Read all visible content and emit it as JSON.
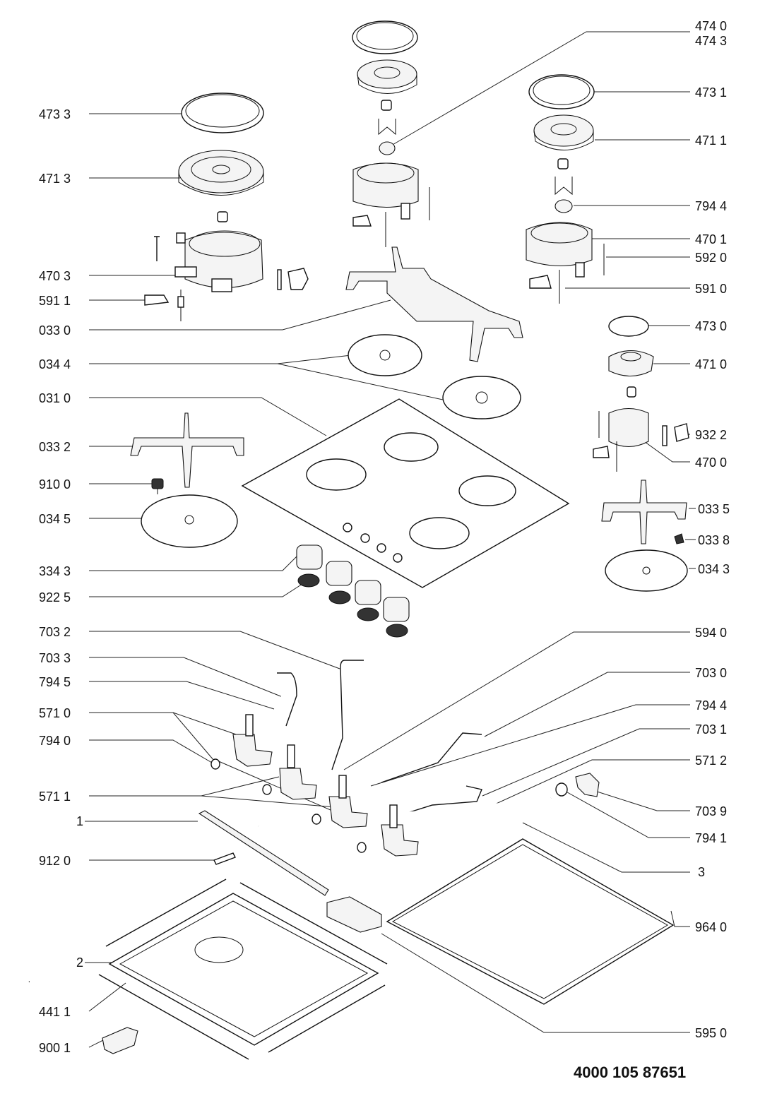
{
  "labels_left": [
    {
      "id": "l-4733",
      "text": "473 3"
    },
    {
      "id": "l-4713",
      "text": "471 3"
    },
    {
      "id": "l-4703",
      "text": "470 3"
    },
    {
      "id": "l-5911",
      "text": "591 1"
    },
    {
      "id": "l-0330",
      "text": "033 0"
    },
    {
      "id": "l-0344",
      "text": "034 4"
    },
    {
      "id": "l-0310",
      "text": "031 0"
    },
    {
      "id": "l-0332",
      "text": "033 2"
    },
    {
      "id": "l-9100",
      "text": "910 0"
    },
    {
      "id": "l-0345",
      "text": "034 5"
    },
    {
      "id": "l-3343",
      "text": "334 3"
    },
    {
      "id": "l-9225",
      "text": "922 5"
    },
    {
      "id": "l-7032",
      "text": "703 2"
    },
    {
      "id": "l-7033",
      "text": "703 3"
    },
    {
      "id": "l-7945",
      "text": "794 5"
    },
    {
      "id": "l-5710",
      "text": "571 0"
    },
    {
      "id": "l-7940",
      "text": "794 0"
    },
    {
      "id": "l-5711",
      "text": "571 1"
    },
    {
      "id": "l-1",
      "text": "1"
    },
    {
      "id": "l-9120",
      "text": "912 0"
    },
    {
      "id": "l-2",
      "text": "2"
    },
    {
      "id": "l-4411",
      "text": "441 1"
    },
    {
      "id": "l-9001",
      "text": "900 1"
    }
  ],
  "labels_right": [
    {
      "id": "r-4740",
      "text": "474 0"
    },
    {
      "id": "r-4743",
      "text": "474 3"
    },
    {
      "id": "r-4731",
      "text": "473 1"
    },
    {
      "id": "r-4711",
      "text": "471 1"
    },
    {
      "id": "r-7944a",
      "text": "794 4"
    },
    {
      "id": "r-4701",
      "text": "470 1"
    },
    {
      "id": "r-5920",
      "text": "592 0"
    },
    {
      "id": "r-5910",
      "text": "591 0"
    },
    {
      "id": "r-4730",
      "text": "473 0"
    },
    {
      "id": "r-4710",
      "text": "471 0"
    },
    {
      "id": "r-9322",
      "text": "932 2"
    },
    {
      "id": "r-4700",
      "text": "470 0"
    },
    {
      "id": "r-0335",
      "text": "033 5"
    },
    {
      "id": "r-0338",
      "text": "033 8"
    },
    {
      "id": "r-0343",
      "text": "034 3"
    },
    {
      "id": "r-5940",
      "text": "594 0"
    },
    {
      "id": "r-7030",
      "text": "703 0"
    },
    {
      "id": "r-7944b",
      "text": "794 4"
    },
    {
      "id": "r-7031",
      "text": "703 1"
    },
    {
      "id": "r-5712",
      "text": "571 2"
    },
    {
      "id": "r-7039",
      "text": "703 9"
    },
    {
      "id": "r-7941",
      "text": "794 1"
    },
    {
      "id": "r-3",
      "text": "3"
    },
    {
      "id": "r-9640",
      "text": "964 0"
    },
    {
      "id": "r-5950",
      "text": "595 0"
    }
  ],
  "document_number": "4000 105 87651"
}
